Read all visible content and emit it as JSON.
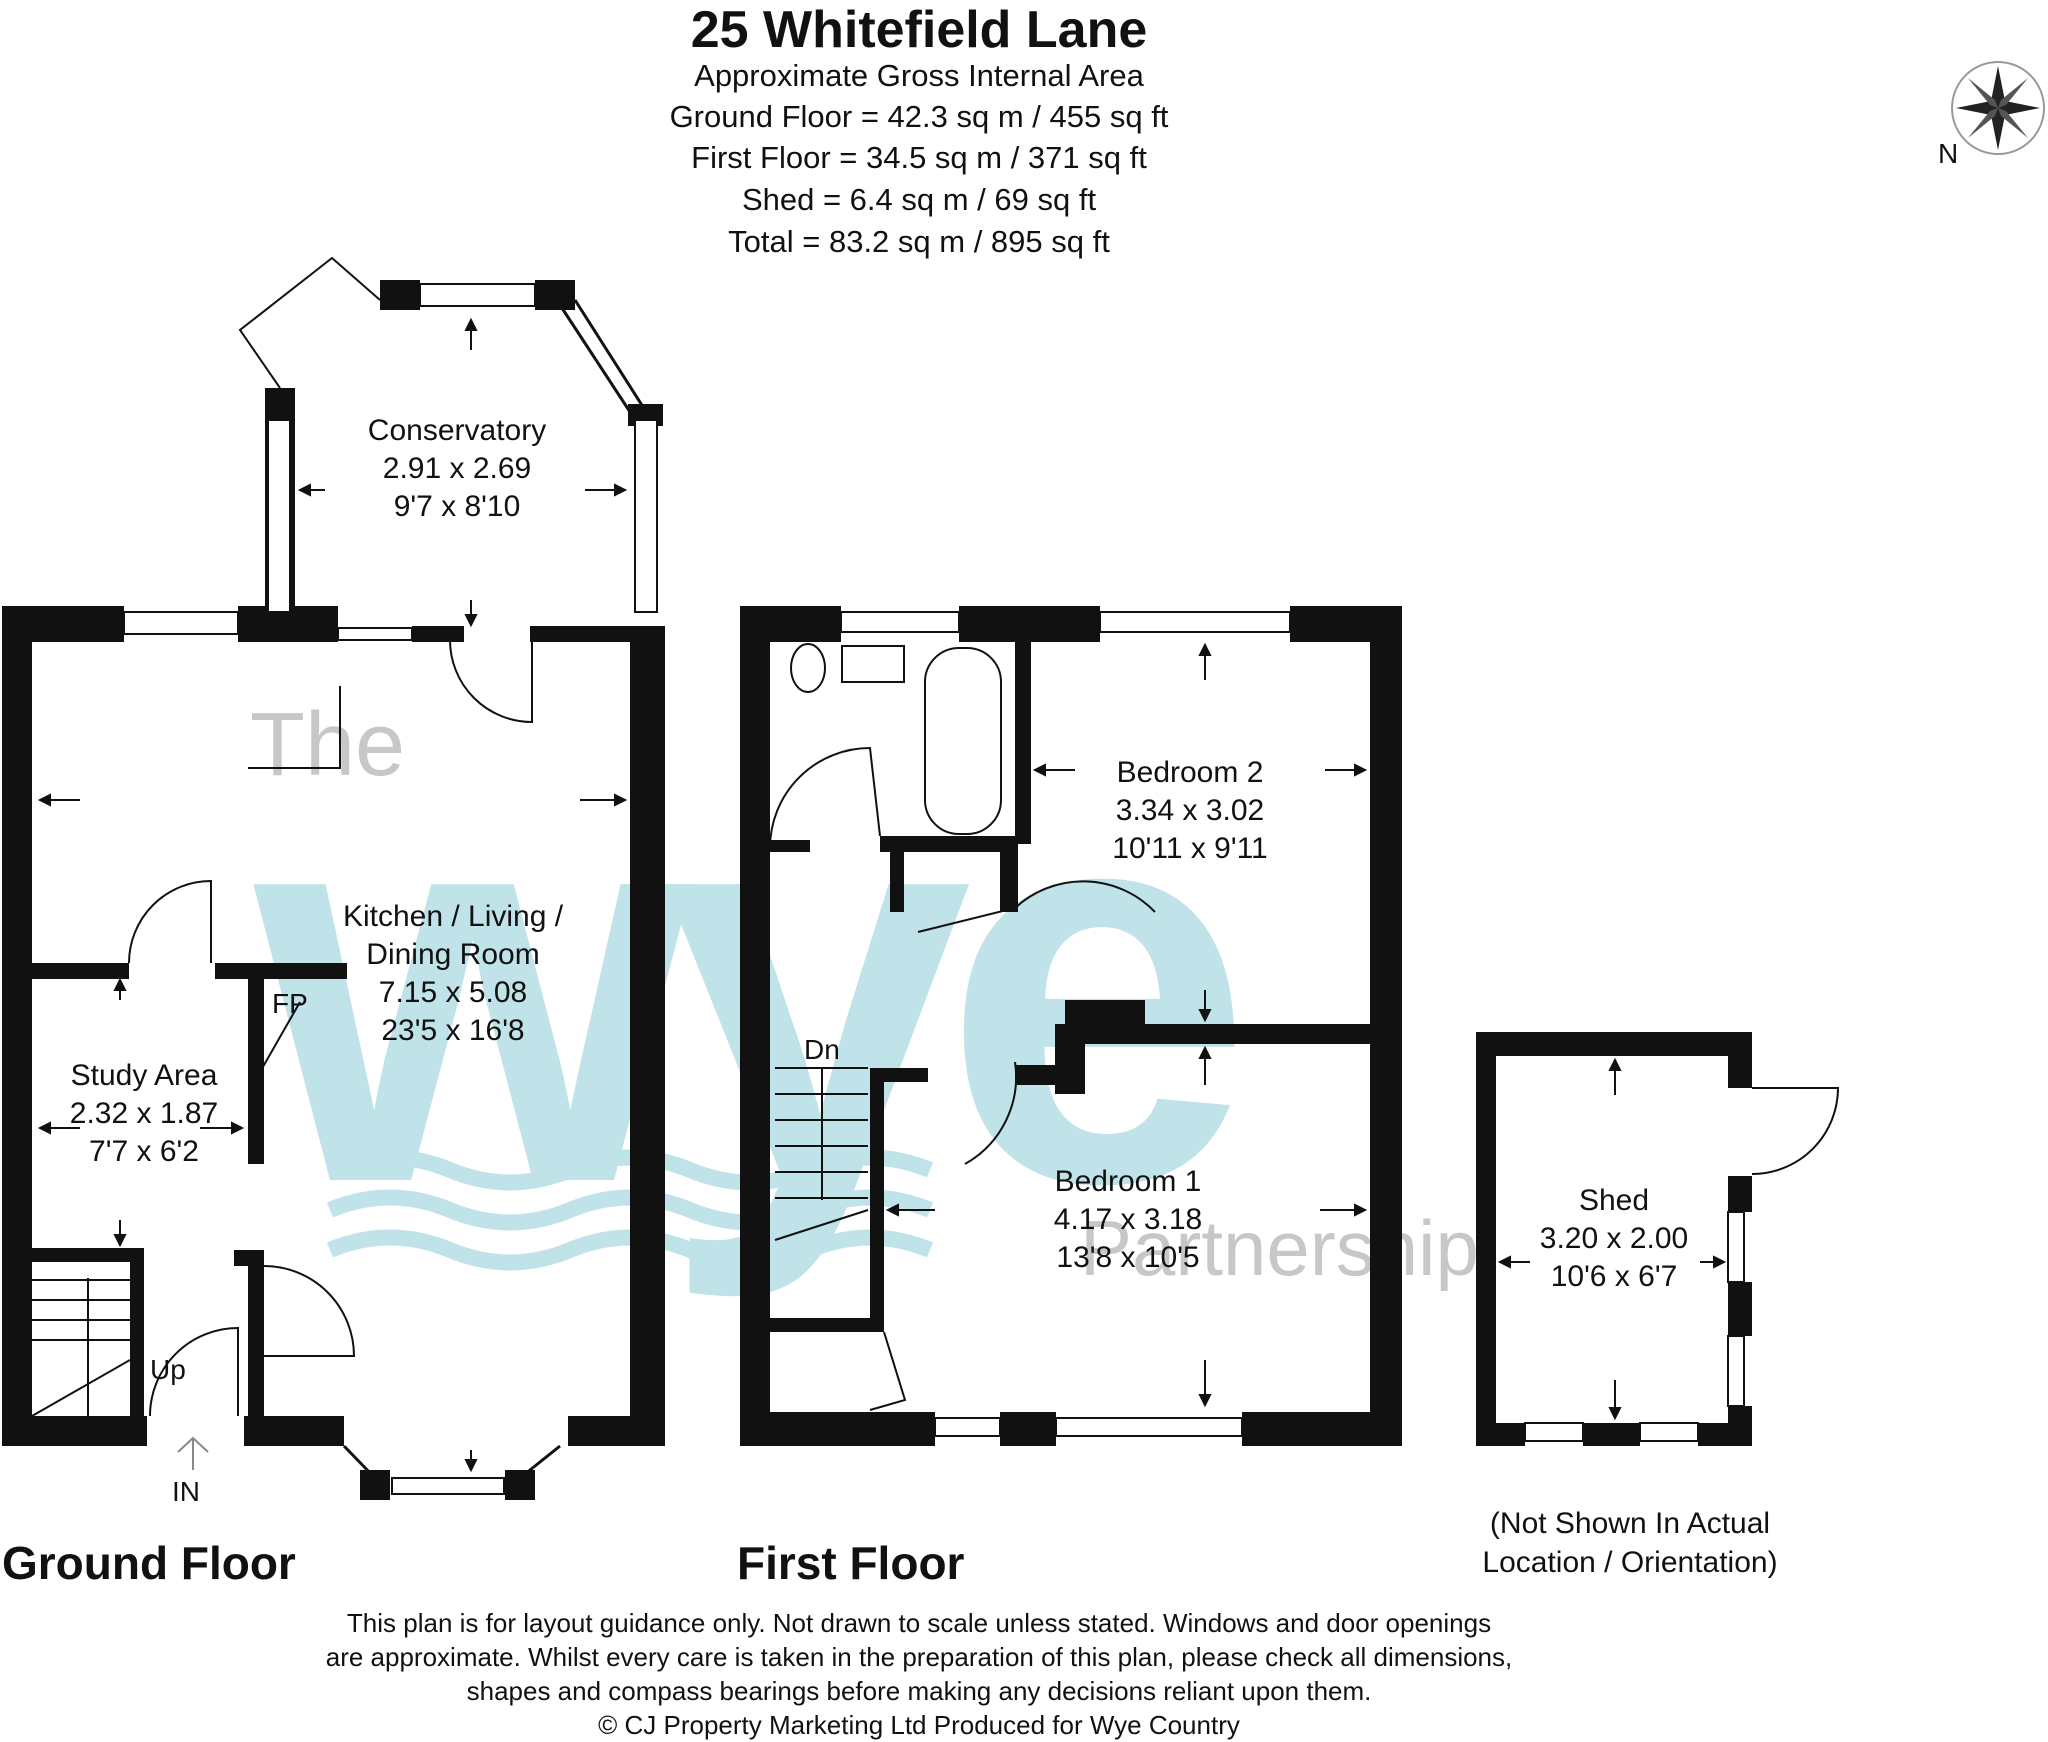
{
  "header": {
    "title": "25 Whitefield Lane",
    "subtitle": "Approximate Gross Internal Area",
    "areas": [
      "Ground Floor = 42.3 sq m / 455 sq ft",
      "First Floor = 34.5 sq m / 371 sq ft",
      "Shed = 6.4 sq m / 69 sq ft",
      "Total = 83.2 sq m / 895 sq ft"
    ]
  },
  "compass": {
    "label": "N"
  },
  "watermark": {
    "the": "The",
    "wye": "wye",
    "partnership": "Partnership"
  },
  "ground_floor": {
    "label": "Ground Floor",
    "conservatory": {
      "name": "Conservatory",
      "metric": "2.91 x 2.69",
      "imperial": "9'7 x 8'10"
    },
    "kitchen": {
      "name_line1": "Kitchen / Living /",
      "name_line2": "Dining Room",
      "metric": "7.15 x 5.08",
      "imperial": "23'5 x 16'8"
    },
    "study": {
      "name": "Study Area",
      "metric": "2.32 x 1.87",
      "imperial": "7'7 x 6'2"
    },
    "fp_label": "FP",
    "up_label": "Up",
    "entrance_label": "IN"
  },
  "first_floor": {
    "label": "First Floor",
    "bedroom2": {
      "name": "Bedroom 2",
      "metric": "3.34 x 3.02",
      "imperial": "10'11 x 9'11"
    },
    "bedroom1": {
      "name": "Bedroom 1",
      "metric": "4.17 x 3.18",
      "imperial": "13'8 x 10'5"
    },
    "dn_label": "Dn"
  },
  "shed": {
    "name": "Shed",
    "metric": "3.20 x 2.00",
    "imperial": "10'6 x 6'7",
    "note_line1": "(Not Shown In Actual",
    "note_line2": "Location / Orientation)"
  },
  "disclaimer": [
    "This plan is for layout guidance only. Not drawn to scale unless stated. Windows and door openings",
    "are approximate. Whilst every care is taken in the preparation of this plan, please check all dimensions,",
    "shapes and compass bearings before making any decisions reliant upon them.",
    "© CJ Property Marketing Ltd Produced for Wye Country"
  ],
  "colors": {
    "wall": "#111111",
    "watermark": "#8ecbd8",
    "watermark_text": "#bdbdbd"
  }
}
